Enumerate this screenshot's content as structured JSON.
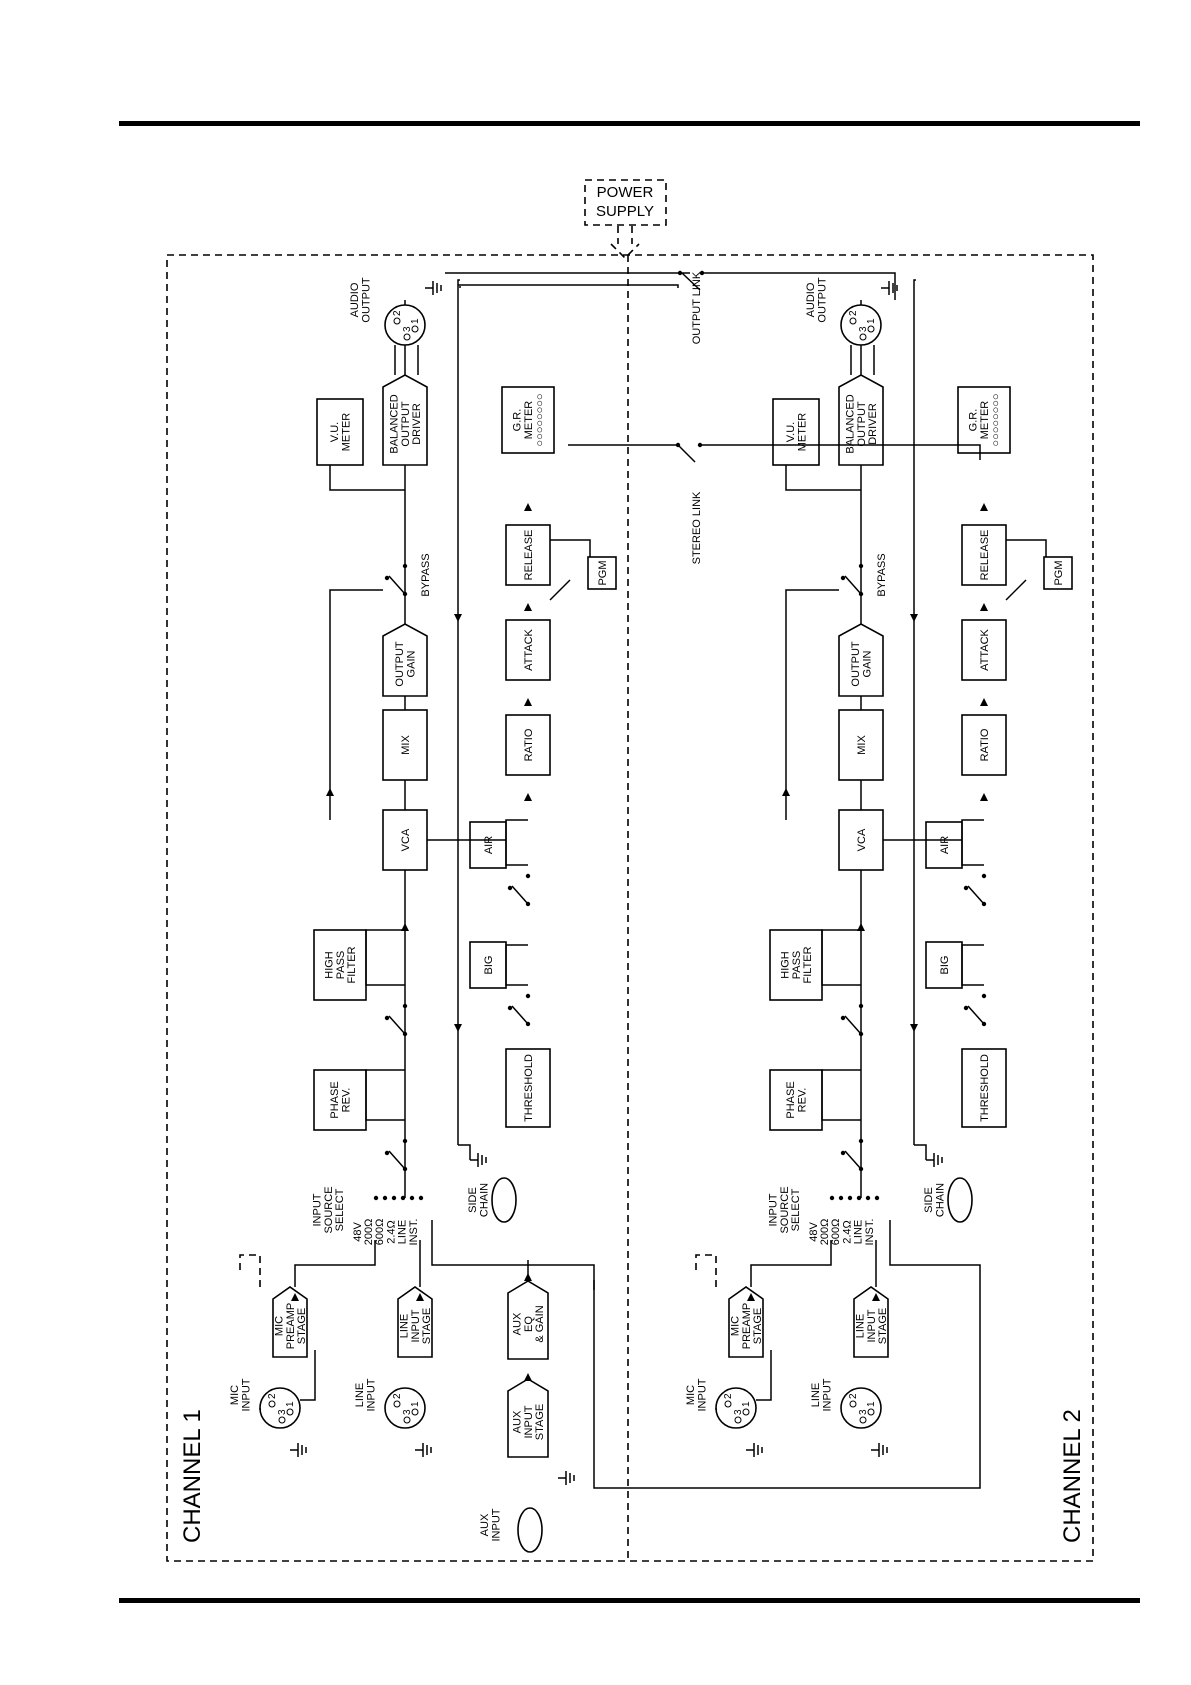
{
  "channel1": {
    "title": "CHANNEL 1",
    "inputs": {
      "mic": "MIC INPUT",
      "line": "LINE INPUT",
      "aux": "AUX INPUT"
    },
    "stages": {
      "mic_preamp": "MIC PREAMP STAGE",
      "line_input": "LINE INPUT STAGE",
      "aux_input": "AUX INPUT STAGE",
      "aux_eq": "AUX EQ & GAIN"
    },
    "input_source_select": "INPUT SOURCE SELECT",
    "source_options": [
      "48V",
      "200Ω",
      "600Ω",
      "2.4Ω",
      "LINE",
      "INST."
    ],
    "signal_path": [
      "PHASE REV.",
      "HIGH PASS FILTER",
      "VCA",
      "MIX",
      "OUTPUT GAIN",
      "BYPASS",
      "V.U. METER",
      "BALANCED OUTPUT DRIVER",
      "AUDIO OUTPUT"
    ],
    "side_chain": "SIDE CHAIN",
    "sidechain_path": [
      "THRESHOLD",
      "BIG",
      "AIR",
      "RATIO",
      "ATTACK",
      "RELEASE",
      "PGM",
      "G.R. METER"
    ],
    "xlr_pins": [
      "1",
      "2",
      "3"
    ]
  },
  "channel2": {
    "title": "CHANNEL 2",
    "inputs": {
      "mic": "MIC INPUT",
      "line": "LINE INPUT"
    },
    "stages": {
      "mic_preamp": "MIC PREAMP STAGE",
      "line_input": "LINE INPUT STAGE"
    },
    "input_source_select": "INPUT SOURCE SELECT",
    "source_options": [
      "48V",
      "200Ω",
      "600Ω",
      "2.4Ω",
      "LINE",
      "INST."
    ],
    "signal_path": [
      "PHASE REV.",
      "HIGH PASS FILTER",
      "VCA",
      "MIX",
      "OUTPUT GAIN",
      "BYPASS",
      "V.U. METER",
      "BALANCED OUTPUT DRIVER",
      "AUDIO OUTPUT"
    ],
    "side_chain": "SIDE CHAIN",
    "sidechain_path": [
      "THRESHOLD",
      "BIG",
      "AIR",
      "RATIO",
      "ATTACK",
      "RELEASE",
      "PGM",
      "G.R. METER"
    ],
    "xlr_pins": [
      "1",
      "2",
      "3"
    ]
  },
  "shared": {
    "power_supply": "POWER SUPPLY",
    "output_link": "OUTPUT LINK",
    "stereo_link": "STEREO LINK",
    "gr_meter_leds": "○○○○○○○○"
  }
}
